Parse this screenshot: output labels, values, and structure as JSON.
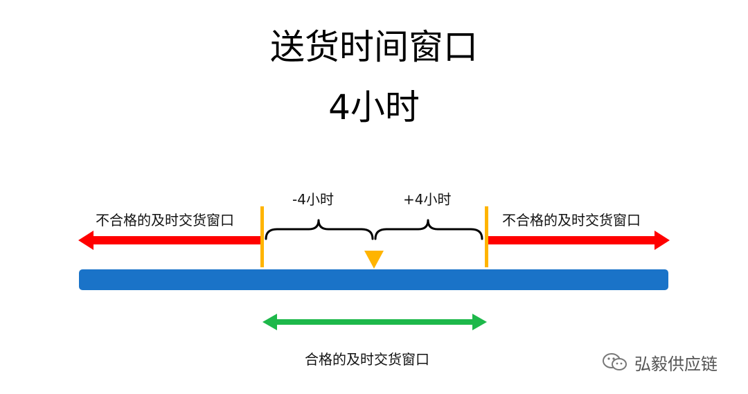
{
  "title": "送货时间窗口",
  "subtitle": "4小时",
  "labels": {
    "minus_window": "-4小时",
    "plus_window": "+4小时",
    "unqualified_left": "不合格的及时交货窗口",
    "unqualified_right": "不合格的及时交货窗口",
    "qualified": "合格的及时交货窗口"
  },
  "watermark": {
    "text": "弘毅供应链",
    "icon": "wechat-icon"
  },
  "colors": {
    "timeline": "#1a73c8",
    "unqualified_arrow": "#ff0000",
    "qualified_arrow": "#1db84a",
    "boundary_marker": "#ffb400",
    "target_marker": "#ffb400",
    "brace": "#000000"
  }
}
